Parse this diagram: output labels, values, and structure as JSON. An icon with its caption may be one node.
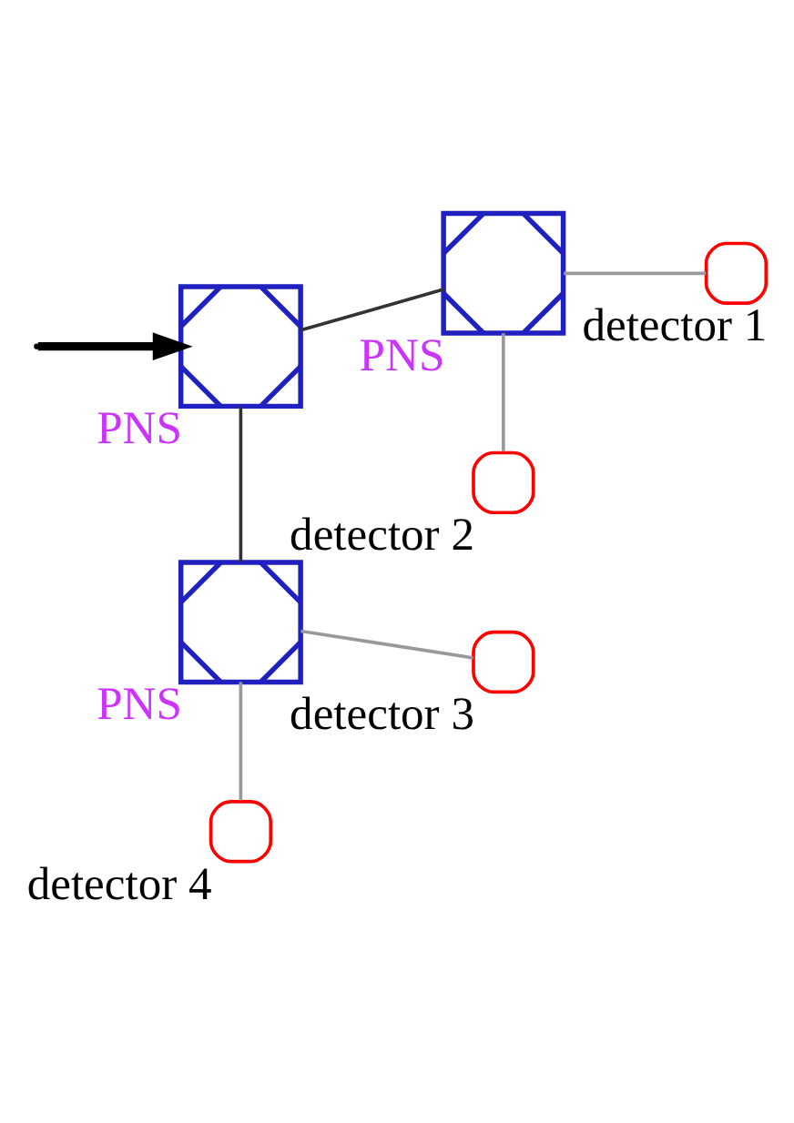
{
  "diagram": {
    "nodes": [
      {
        "text": [
          "PNS"
        ]
      },
      {
        "text": [
          "PNS"
        ]
      },
      {
        "text": [
          "PNS"
        ]
      },
      {
        "text": [],
        "shape": "semicircle",
        "beside": [
          "detector 1"
        ]
      },
      {
        "text": [],
        "shape": "semicircle",
        "beside": [
          "detector 2"
        ]
      },
      {
        "text": [],
        "shape": "semicircle",
        "beside": [
          "detector 3"
        ]
      },
      {
        "text": [],
        "shape": "semicircle",
        "beside": [
          "detector 4"
        ]
      }
    ],
    "edges": [
      {
        "from": null,
        "to": 0,
        "arrow": "to",
        "style": "thick",
        "color": "#000000"
      },
      {
        "from": 0,
        "to": 1,
        "arrow": "none",
        "color": "#333333"
      },
      {
        "from": 0,
        "to": 2,
        "arrow": "none",
        "color": "#333333"
      },
      {
        "from": 1,
        "to": 3,
        "arrow": "none"
      },
      {
        "from": 1,
        "to": 4,
        "arrow": "none"
      },
      {
        "from": 2,
        "to": 5,
        "arrow": "none"
      },
      {
        "from": 2,
        "to": 6,
        "arrow": "none"
      }
    ]
  }
}
